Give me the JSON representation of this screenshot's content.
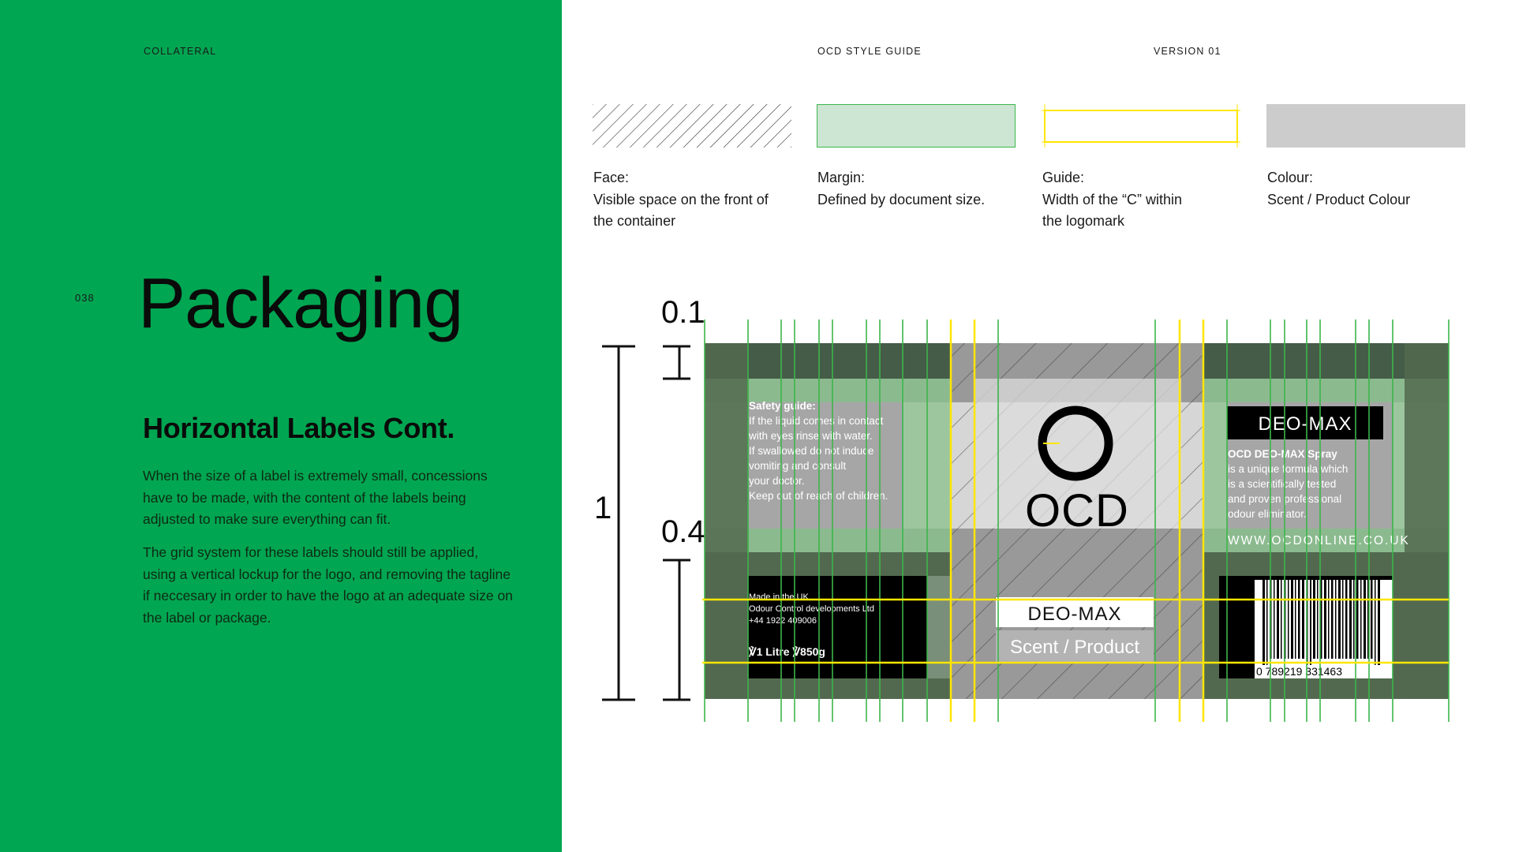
{
  "header": {
    "section": "COLLATERAL",
    "doc_title": "OCD STYLE GUIDE",
    "version": "VERSION 01"
  },
  "page": {
    "number": "038",
    "title": "Packaging",
    "subtitle": "Horizontal Labels Cont.",
    "paragraphs": [
      "When the size of a label is extremely small, concessions have to be made, with the content of the labels being adjusted to make sure everything can fit.",
      "The grid system for these labels should still be applied, using a vertical lockup for the logo, and removing the tagline if neccesary in order to have the logo at an adequate size on the label or package."
    ]
  },
  "legend": [
    {
      "heading": "Face:",
      "lines": [
        "Visible space on the front of",
        "the container"
      ]
    },
    {
      "heading": "Margin:",
      "lines": [
        "Defined by document size."
      ]
    },
    {
      "heading": "Guide:",
      "lines": [
        "Width of the “C” within",
        "the logomark"
      ]
    },
    {
      "heading": "Colour:",
      "lines": [
        "Scent / Product Colour"
      ]
    }
  ],
  "dimensions": {
    "top": "0.1",
    "total": "1",
    "bottom": "0.4"
  },
  "label": {
    "safety_heading": "Safety guide:",
    "safety_lines": [
      "If the liquid comes in contact",
      "with eyes rinse with water.",
      "If swallowed do not induce",
      "vomiting and consult",
      "your doctor.",
      "Keep out of reach of children."
    ],
    "logo_text": "OCD",
    "product_badge": "DEO-MAX",
    "product_name": "DEO-MAX",
    "scent": "Scent / Product",
    "right_heading": "OCD DEO-MAX Spray",
    "right_lines": [
      "is a unique formula which",
      "is a scientifically tested",
      "and proven professional",
      "odour eliminator."
    ],
    "website": "WWW.OCDONLINE.CO.UK",
    "origin_lines": [
      "Made in the UK",
      "Odour Control developments Ltd",
      "+44 1922 409006"
    ],
    "volume": "℣1 Litre ℣850g",
    "barcode_number": "0   789219   331463"
  },
  "colors": {
    "brand_green": "#00a651",
    "guide_yellow": "#ffe600",
    "grid_green": "#3cb54a",
    "margin_tint": "#cce6d3",
    "product_grey": "#cccccc"
  }
}
